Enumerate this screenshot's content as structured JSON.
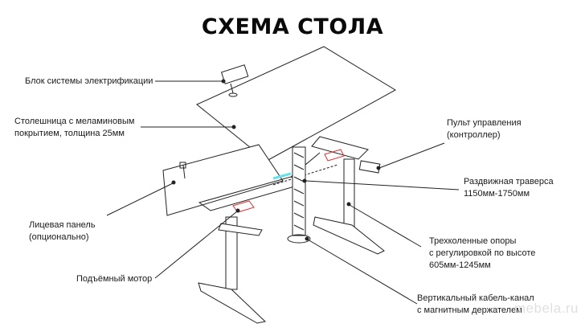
{
  "title": "СХЕМА СТОЛА",
  "labels": {
    "electrification": "Блок системы электрификации",
    "tabletop_line1": "Столешница с меламиновым",
    "tabletop_line2": "покрытием, толщина 25мм",
    "front_panel_line1": "Лицевая панель",
    "front_panel_line2": "(опционально)",
    "motor": "Подъёмный мотор",
    "controller_line1": "Пульт управления",
    "controller_line2": "(контроллер)",
    "crossbar_line1": "Раздвижная траверса",
    "crossbar_line2": "1150мм-1750мм",
    "legs_line1": "Трехколенные опоры",
    "legs_line2": "с регулировкой по высоте",
    "legs_line3": "605мм-1245мм",
    "cable_line1": "Вертикальный кабель-канал",
    "cable_line2": "с магнитным держателем"
  },
  "watermark": "mebela.ru"
}
